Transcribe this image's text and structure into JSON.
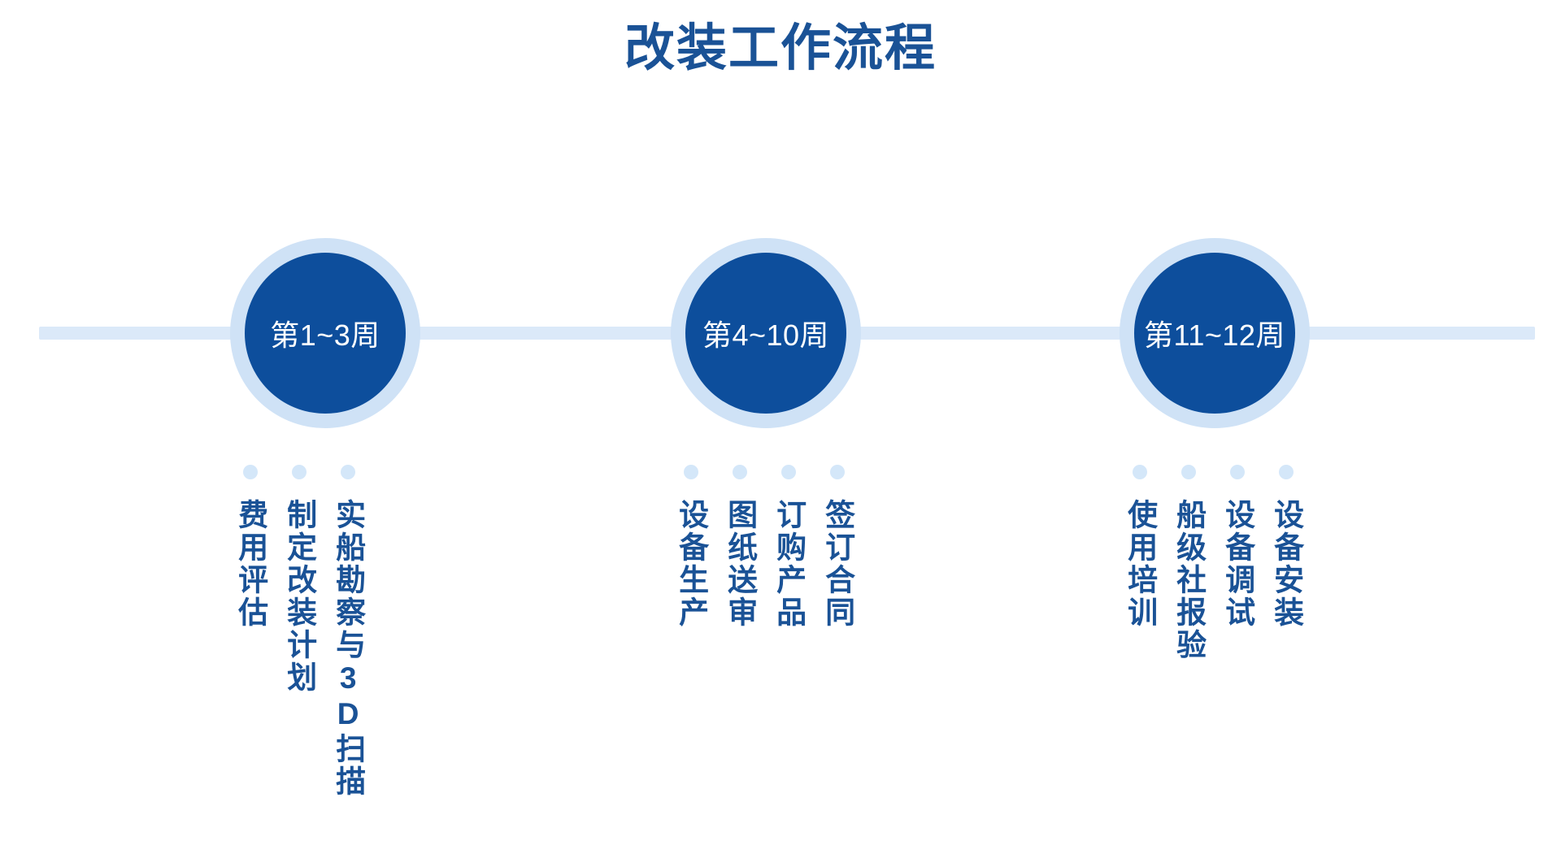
{
  "page": {
    "title": "改装工作流程",
    "background_color": "#ffffff"
  },
  "colors": {
    "primary_dark_blue": "#0d4e9c",
    "title_blue": "#1a5296",
    "ring_light_blue": "#cfe2f6",
    "line_light_blue": "#dbe9f9",
    "dot_light_blue": "#d4e7f9",
    "circle_label_text": "#ffffff"
  },
  "timeline": {
    "line_label": "timeline-baseline",
    "milestones": [
      {
        "id": "phase-1",
        "circle_label": "第1~3周",
        "steps": [
          {
            "label": "实船勘察与3D扫描"
          },
          {
            "label": "制定改装计划"
          },
          {
            "label": "费用评估"
          }
        ]
      },
      {
        "id": "phase-2",
        "circle_label": "第4~10周",
        "steps": [
          {
            "label": "签订合同"
          },
          {
            "label": "订购产品"
          },
          {
            "label": "图纸送审"
          },
          {
            "label": "设备生产"
          }
        ]
      },
      {
        "id": "phase-3",
        "circle_label": "第11~12周",
        "steps": [
          {
            "label": "设备安装"
          },
          {
            "label": "设备调试"
          },
          {
            "label": "船级社报验"
          },
          {
            "label": "使用培训"
          }
        ]
      }
    ]
  }
}
